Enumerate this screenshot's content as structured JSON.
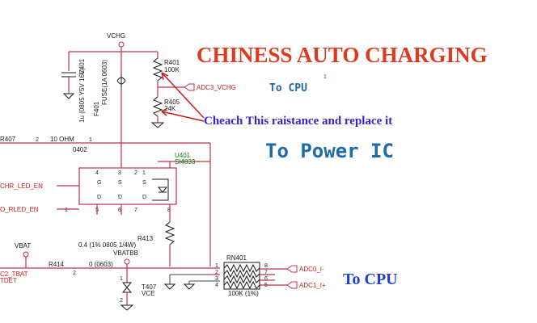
{
  "annotations": {
    "title": "CHINESS AUTO CHARGING",
    "check_note": "Cheach This raistance and replace it",
    "to_power_ic": "To Power IC",
    "to_cpu_top": "To CPU",
    "to_cpu_bottom": "To CPU",
    "tick_mark": "1"
  },
  "components": {
    "vchg": "VCHG",
    "r401_name": "R401",
    "r401_value": "100K",
    "adc3_net": "ADC3_VCHG",
    "r405_name": "R405",
    "r405_value": "24K",
    "c401_name": "C401",
    "c401_value": "1u (0805 Y5V 16V)",
    "f401_name": "F401",
    "f401_value": "FUSE(1A 0603)",
    "r407_name": "R407",
    "r407_value": "10 OHM",
    "c402_name": "0402",
    "u401_name": "U401",
    "u401_part": "SI4833",
    "chr_led": "CHR_LED_EN",
    "rled": "O_RLED_EN",
    "r413_name": "R413",
    "r413_value": "0.4 (1% 0805 1/4W)",
    "vbat": "VBAT",
    "vbatbb": "VBATBB",
    "r414_name": "R414",
    "r414_value": "0 (0603)",
    "tbat_net": "C2_TBAT",
    "tdet_net": "TDET",
    "t407_name": "T407",
    "t407_value": "VCE",
    "rn401_name": "RN401",
    "rn401_value": "100K (1%)",
    "adc0_net": "ADC0_I-",
    "adc1_net": "ADC1_I+"
  },
  "pins": {
    "u_top": [
      "4",
      "3",
      "2",
      "1"
    ],
    "u_bottom": [
      "5",
      "6",
      "7",
      "8"
    ],
    "u_inner_top": [
      "G",
      "S",
      "S"
    ],
    "u_inner_bottom": [
      "D",
      "D",
      "D"
    ],
    "rn_left": [
      "1",
      "2",
      "3",
      "4"
    ],
    "rn_right": [
      "8",
      "7",
      "6",
      "5"
    ],
    "misc": [
      "2",
      "1",
      "1",
      "2",
      "1",
      "2",
      "1"
    ]
  },
  "colors": {
    "title": "#e0391f",
    "note": "#3a1fd0",
    "power_ic": "#1f6aa8",
    "arrow": "#cc1a1a",
    "wire": "#c0304a"
  }
}
